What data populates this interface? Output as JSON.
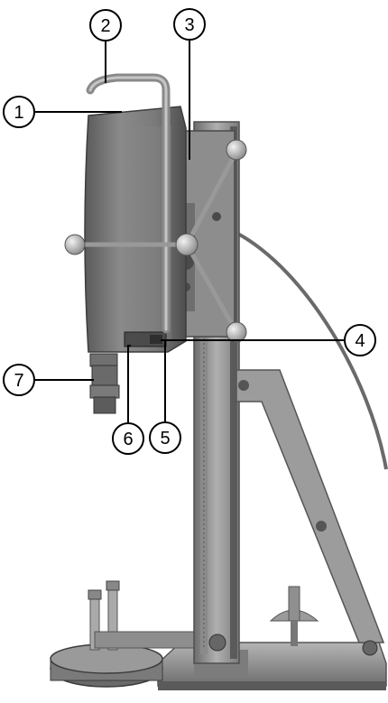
{
  "figure": {
    "callouts": [
      {
        "number": "1"
      },
      {
        "number": "2"
      },
      {
        "number": "3"
      },
      {
        "number": "4"
      },
      {
        "number": "5"
      },
      {
        "number": "6"
      },
      {
        "number": "7"
      }
    ]
  },
  "colors": {
    "background": "#ffffff",
    "motor_body": "#7d7d7d",
    "motor_dark": "#5e5e5e",
    "column": "#9a9a9a",
    "column_dark": "#6f6f6f",
    "base": "#8c8c8c",
    "callout_line": "#000000"
  }
}
